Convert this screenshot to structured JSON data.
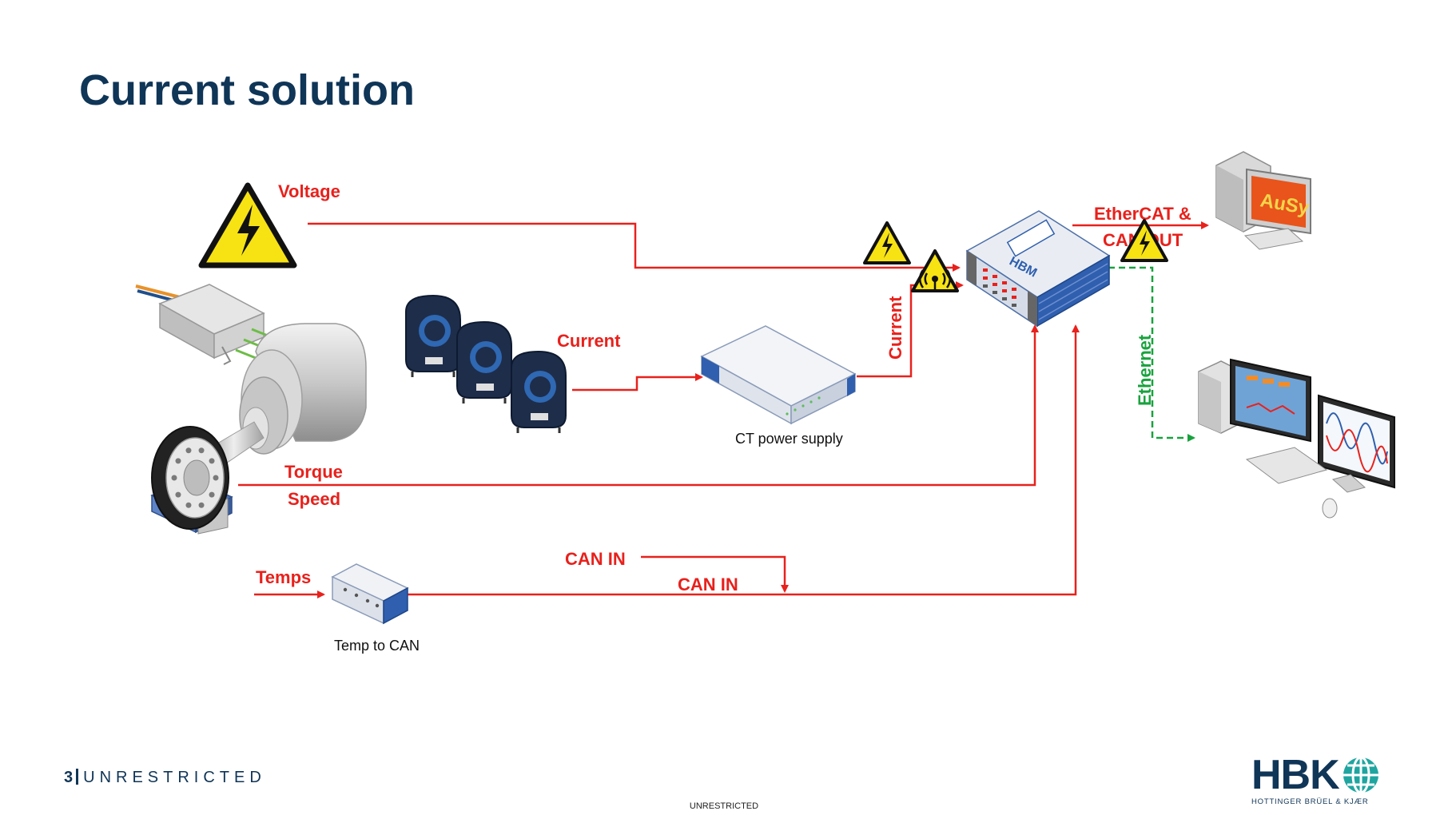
{
  "slide": {
    "title": "Current solution"
  },
  "labels": {
    "voltage": "Voltage",
    "current_sensors": "Current",
    "current_vertical": "Current",
    "torque": "Torque",
    "speed": "Speed",
    "temps": "Temps",
    "can_in_1": "CAN IN",
    "can_in_2": "CAN IN",
    "ethercat_line1": "EtherCAT &",
    "ethercat_line2": "CAN OUT",
    "ethernet": "Ethernet",
    "ct_power_supply": "CT power supply",
    "temp_to_can": "Temp to CAN",
    "daq_brand": "HBM",
    "pc_app": "AuSy"
  },
  "footer": {
    "page_number": "3",
    "classification": "UNRESTRICTED",
    "center_text": "UNRESTRICTED"
  },
  "logo": {
    "text": "HBK",
    "subtitle": "HOTTINGER BRÜEL & KJÆR"
  },
  "colors": {
    "signal_red": "#e8211c",
    "ethernet_green": "#18a23e",
    "navy": "#0f3557",
    "warning_yellow": "#f7e214"
  }
}
